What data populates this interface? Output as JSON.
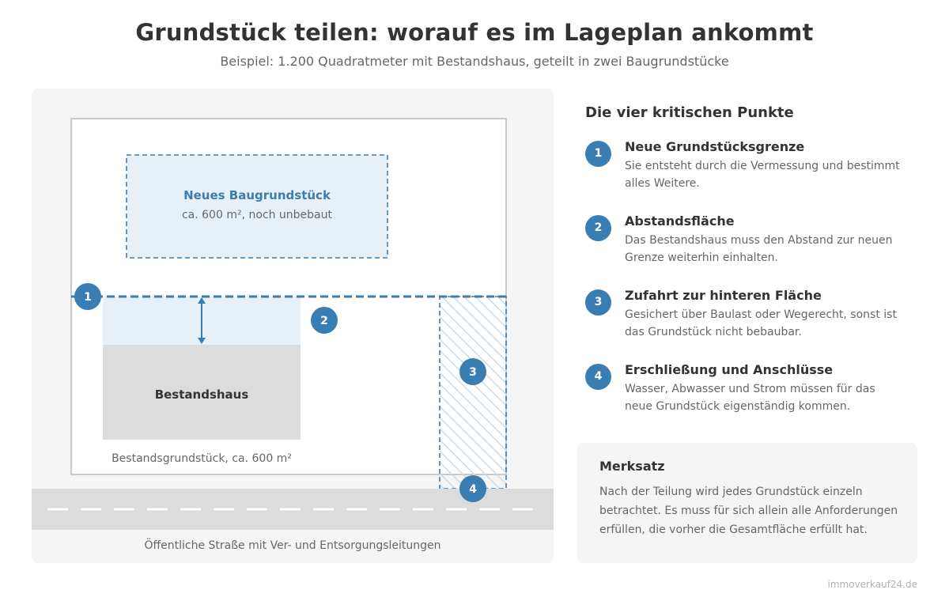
{
  "header": {
    "title": "Grundstück teilen: worauf es im Lageplan ankommt",
    "subtitle": "Beispiel: 1.200 Quadratmeter mit Bestandshaus, geteilt in zwei Baugrundstücke"
  },
  "plan": {
    "new_plot_title": "Neues Baugrundstück",
    "new_plot_desc": "ca. 600 m², noch unbebaut",
    "house_label": "Bestandshaus",
    "existing_plot_label": "Bestandsgrundstück, ca. 600 m²",
    "street_label": "Öffentliche Straße mit Ver- und Entsorgungsleitungen",
    "markers": [
      "1",
      "2",
      "3",
      "4"
    ]
  },
  "points": {
    "heading": "Die vier kritischen Punkte",
    "items": [
      {
        "num": "1",
        "title": "Neue Grundstücksgrenze",
        "desc": "Sie entsteht durch die Vermessung und bestimmt alles Weitere."
      },
      {
        "num": "2",
        "title": "Abstandsfläche",
        "desc": "Das Bestandshaus muss den Abstand zur neuen Grenze weiterhin einhalten."
      },
      {
        "num": "3",
        "title": "Zufahrt zur hinteren Fläche",
        "desc": "Gesichert über Baulast oder Wegerecht, sonst ist das Grundstück nicht bebaubar."
      },
      {
        "num": "4",
        "title": "Erschließung und Anschlüsse",
        "desc": "Wasser, Abwasser und Strom müssen für das neue Grundstück eigenständig kommen."
      }
    ]
  },
  "merksatz": {
    "title": "Merksatz",
    "text": "Nach der Teilung wird jedes Grundstück einzeln betrachtet. Es muss für sich allein alle Anforderungen erfüllen, die vorher die Gesamtfläche erfüllt hat."
  },
  "footer": {
    "source": "immoverkauf24.de"
  },
  "colors": {
    "accent": "#3a7db3",
    "new_plot_fill": "#e8f0f7",
    "house_fill": "#dcdcdc",
    "street_fill": "#dcdcdc",
    "panel_bg": "#f5f5f5"
  }
}
